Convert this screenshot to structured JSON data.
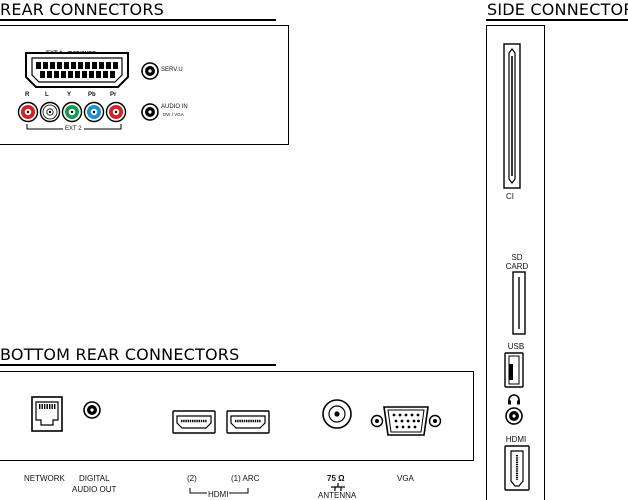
{
  "headings": {
    "rear": "REAR CONNECTORS",
    "side": "SIDE CONNECTORS",
    "bottom_rear": "BOTTOM REAR CONNECTORS"
  },
  "rear": {
    "ext1_label": "EXT 1",
    "ext1_sub": "(RGB/CVBS)",
    "rca": [
      {
        "label": "R",
        "color": "#d42027"
      },
      {
        "label": "L",
        "color": "#ffffff"
      },
      {
        "label": "Y",
        "color": "#179a52"
      },
      {
        "label": "Pb",
        "color": "#1f8fd1"
      },
      {
        "label": "Pr",
        "color": "#d42027"
      }
    ],
    "ext2_label": "EXT 2",
    "serv_label": "SERV.U",
    "audio_in_label": "AUDIO IN",
    "audio_in_sub": "DVI / VGA"
  },
  "side": {
    "ci_label": "CI",
    "sd_label_1": "SD",
    "sd_label_2": "CARD",
    "usb_label": "USB",
    "headphone_icon": "headphones-icon",
    "hdmi_label": "HDMI"
  },
  "bottom": {
    "network_label": "NETWORK",
    "digital_audio_label_1": "DIGITAL",
    "digital_audio_label_2": "AUDIO OUT",
    "hdmi2_label": "(2)",
    "hdmi1_label": "(1) ARC",
    "hdmi_group_label": "HDMI",
    "antenna_value": "75 Ω",
    "antenna_label": "ANTENNA",
    "vga_label": "VGA"
  }
}
